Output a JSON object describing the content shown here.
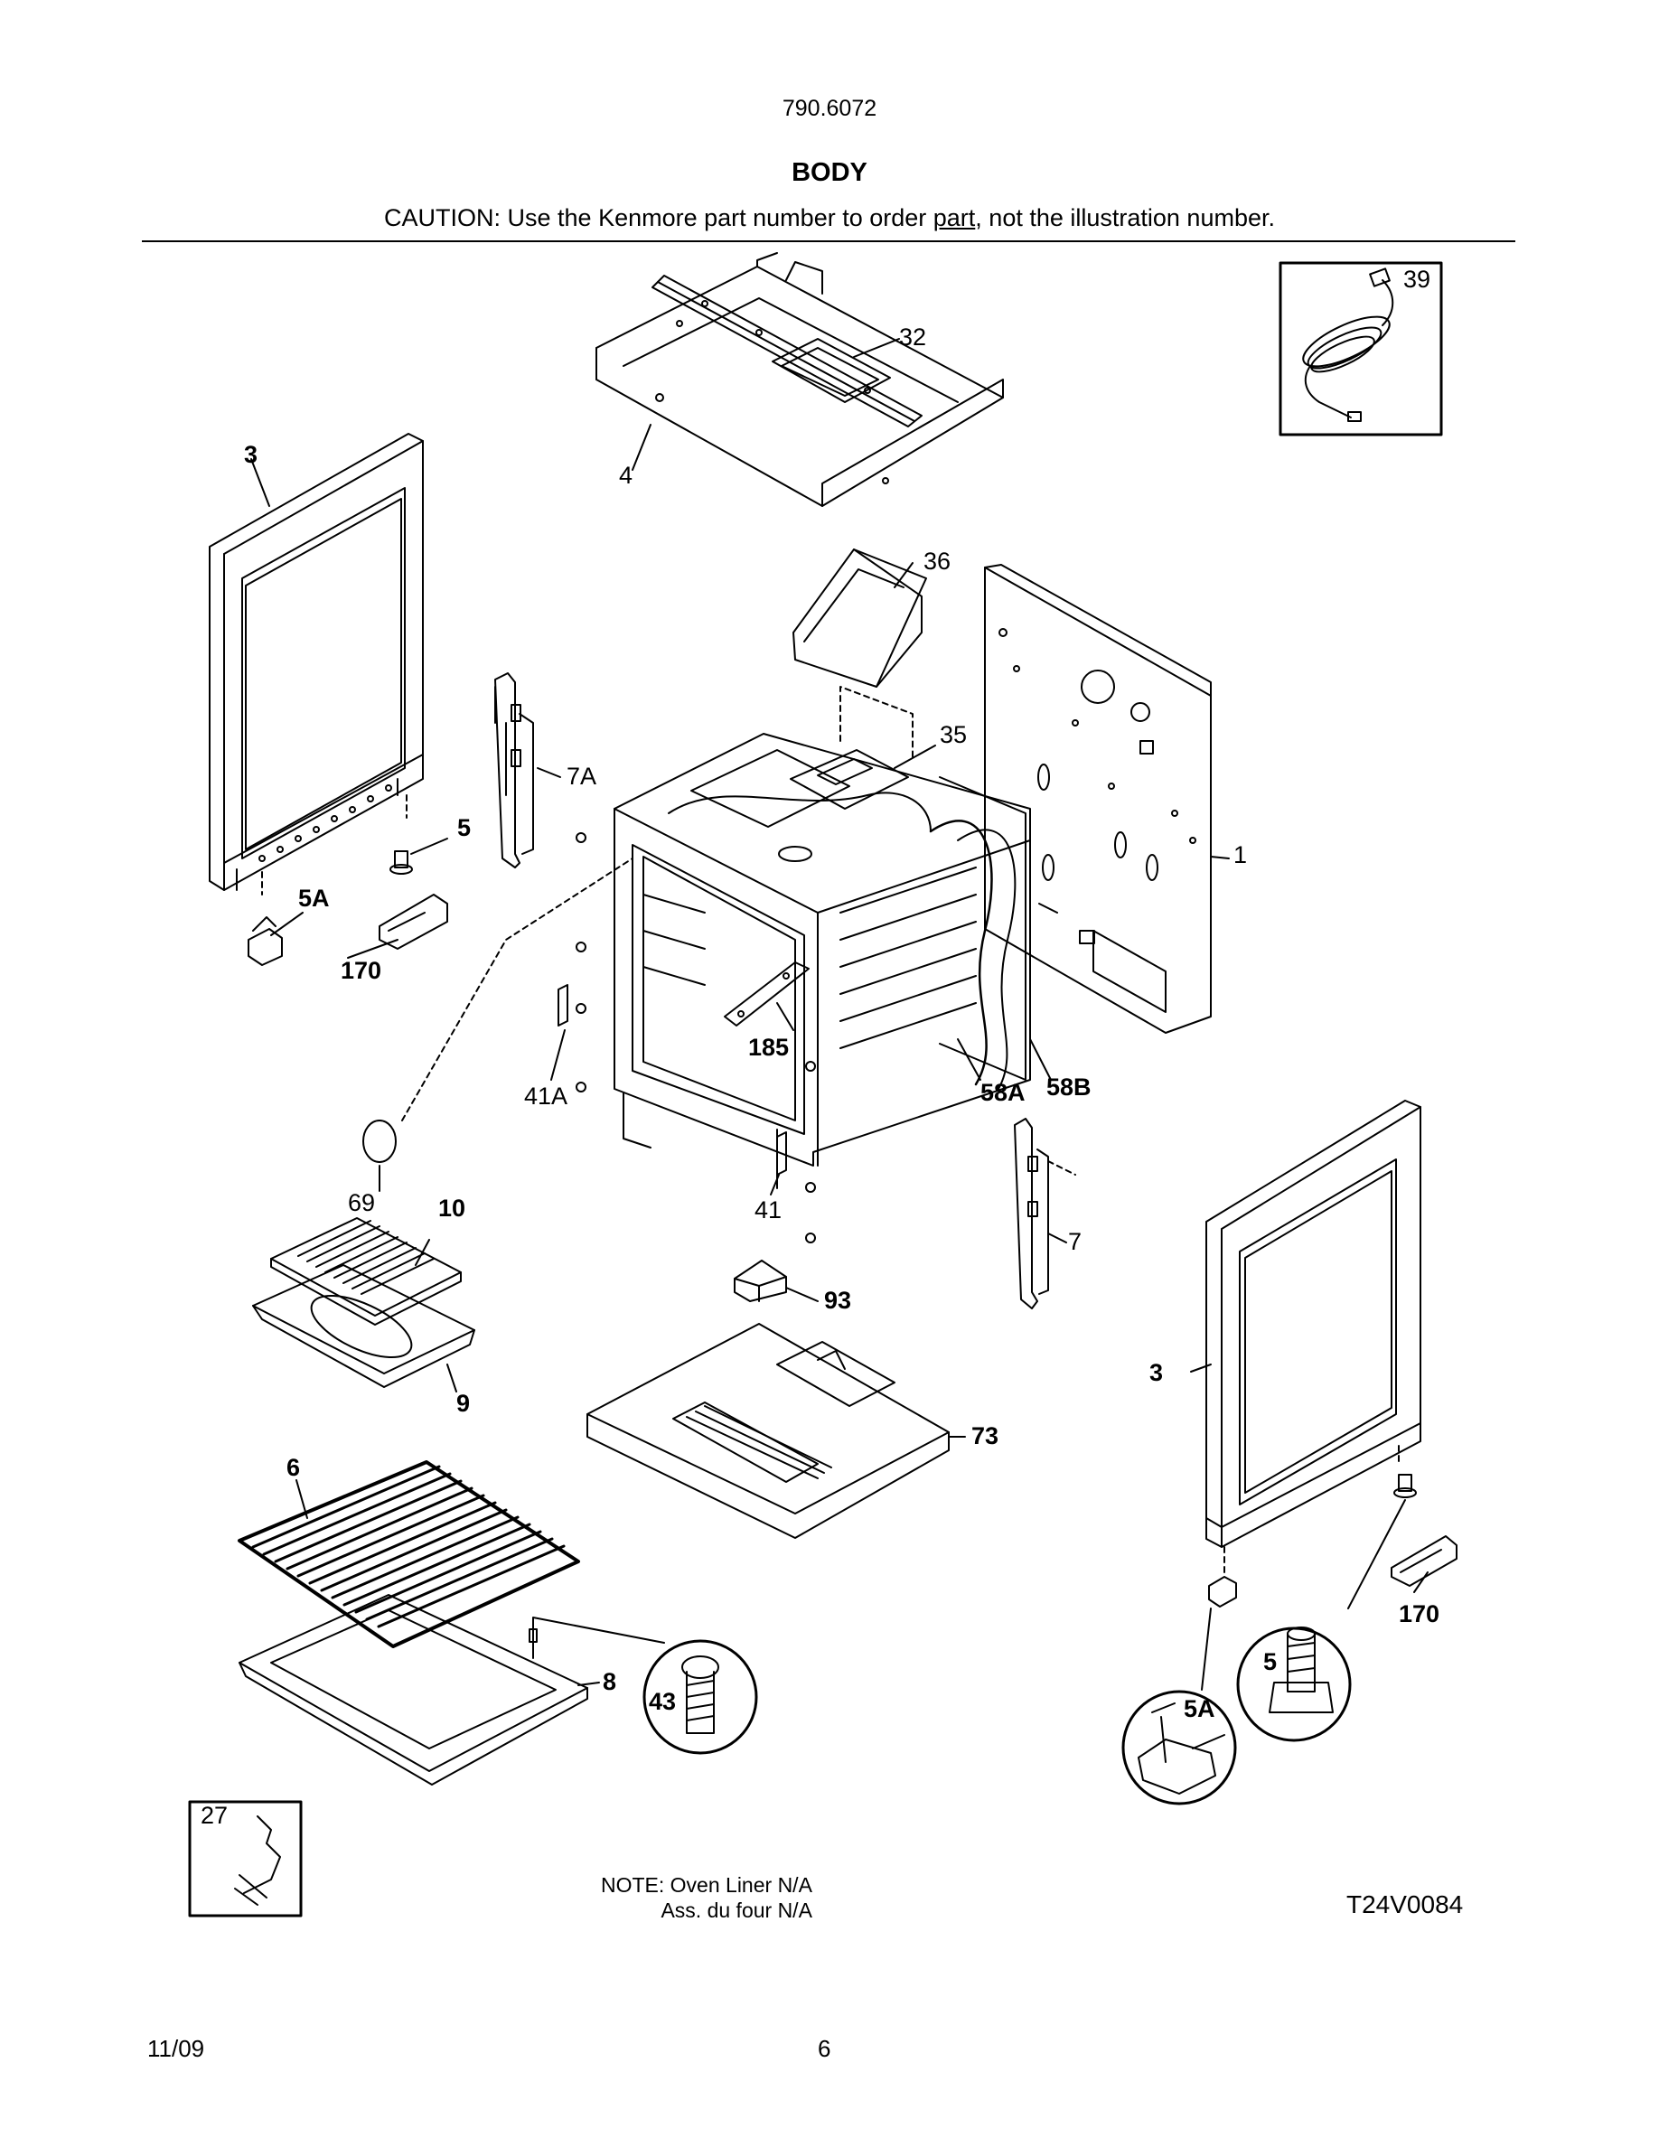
{
  "header": {
    "model_number": "790.6072",
    "title": "BODY",
    "caution_before": "CAUTION: Use the Kenmore part number to order ",
    "caution_underlined": "part",
    "caution_after": ", not the illustration number."
  },
  "callouts": {
    "c1": "1",
    "c3_left": "3",
    "c3_right": "3",
    "c4": "4",
    "c5": "5",
    "c5_detail": "5",
    "c5A": "5A",
    "c5A_detail": "5A",
    "c6": "6",
    "c7": "7",
    "c7A": "7A",
    "c8": "8",
    "c9": "9",
    "c10": "10",
    "c27": "27",
    "c32": "32",
    "c35": "35",
    "c36": "36",
    "c39": "39",
    "c41": "41",
    "c41A": "41A",
    "c43": "43",
    "c58A": "58A",
    "c58B": "58B",
    "c69": "69",
    "c73": "73",
    "c93": "93",
    "c170_left": "170",
    "c170_right": "170",
    "c185": "185"
  },
  "notes": {
    "line1": "NOTE: Oven Liner N/A",
    "line2": "Ass. du four N/A"
  },
  "footer": {
    "drawing_id": "T24V0084",
    "date": "11/09",
    "page_number": "6"
  }
}
